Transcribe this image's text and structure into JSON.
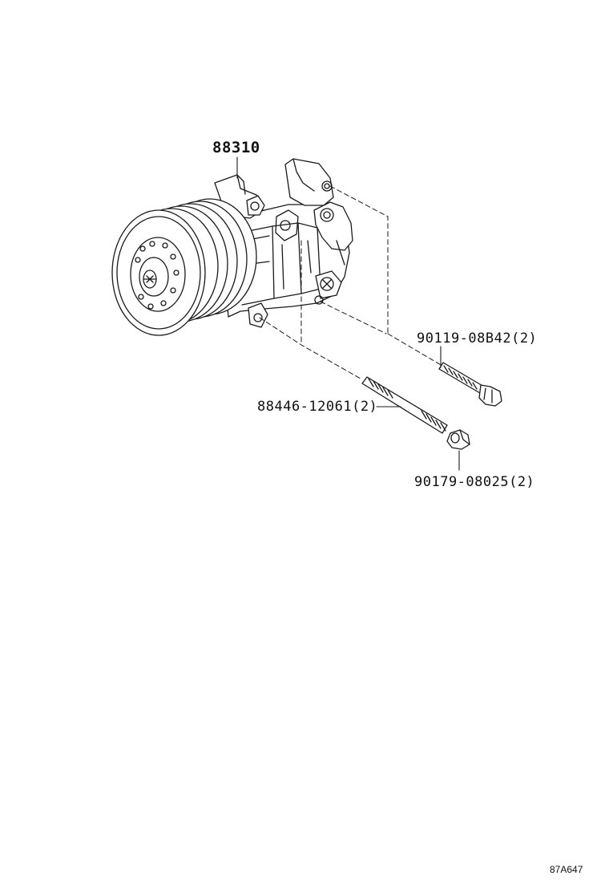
{
  "parts": {
    "compressor": {
      "number": "88310"
    },
    "bolt_long": {
      "label": "88446-12061(2)"
    },
    "bolt_short": {
      "label": "90119-08B42(2)"
    },
    "nut": {
      "label": "90179-08025(2)"
    }
  },
  "diagram_code": "87A647",
  "colors": {
    "line": "#1a1a1a",
    "background": "#ffffff"
  }
}
